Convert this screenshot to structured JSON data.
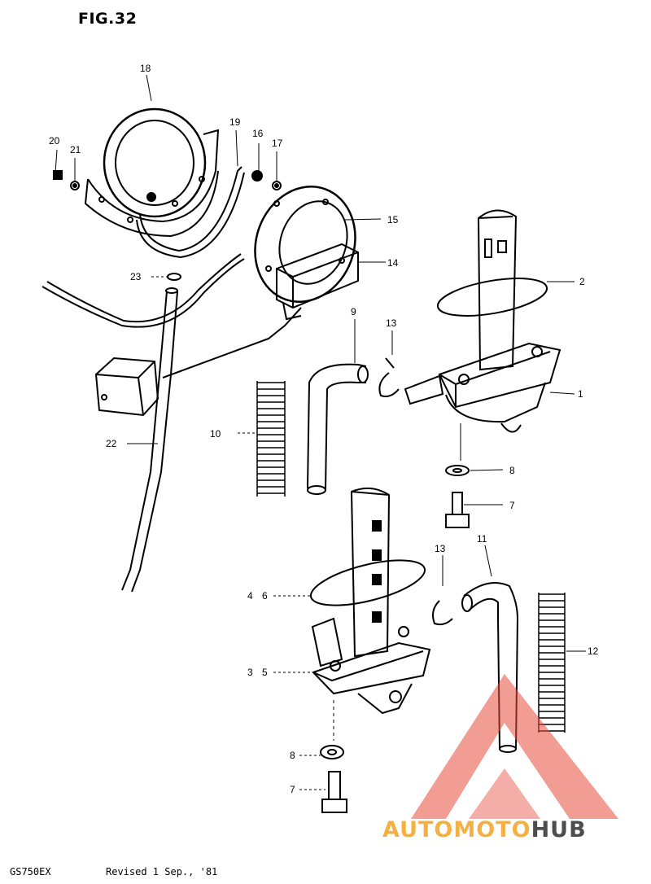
{
  "figure": {
    "title": "FIG.32"
  },
  "callouts": {
    "c1": "1",
    "c2": "2",
    "c3": "3",
    "c4": "4",
    "c5": "5",
    "c6": "6",
    "c7a": "7",
    "c7b": "7",
    "c8a": "8",
    "c8b": "8",
    "c9": "9",
    "c10": "10",
    "c11": "11",
    "c12": "12",
    "c13a": "13",
    "c13b": "13",
    "c14": "14",
    "c15": "15",
    "c16": "16",
    "c17": "17",
    "c18": "18",
    "c19": "19",
    "c20": "20",
    "c21": "21",
    "c22": "22",
    "c23": "23"
  },
  "footer": {
    "model": "GS750EX",
    "revision": "Revised 1 Sep., '81"
  },
  "watermark": {
    "part1": "AUTOMOTO",
    "part2": "HUB",
    "color1": "#f5b041",
    "color2": "#4d4d4d",
    "logo_color": "#e74c3c"
  }
}
